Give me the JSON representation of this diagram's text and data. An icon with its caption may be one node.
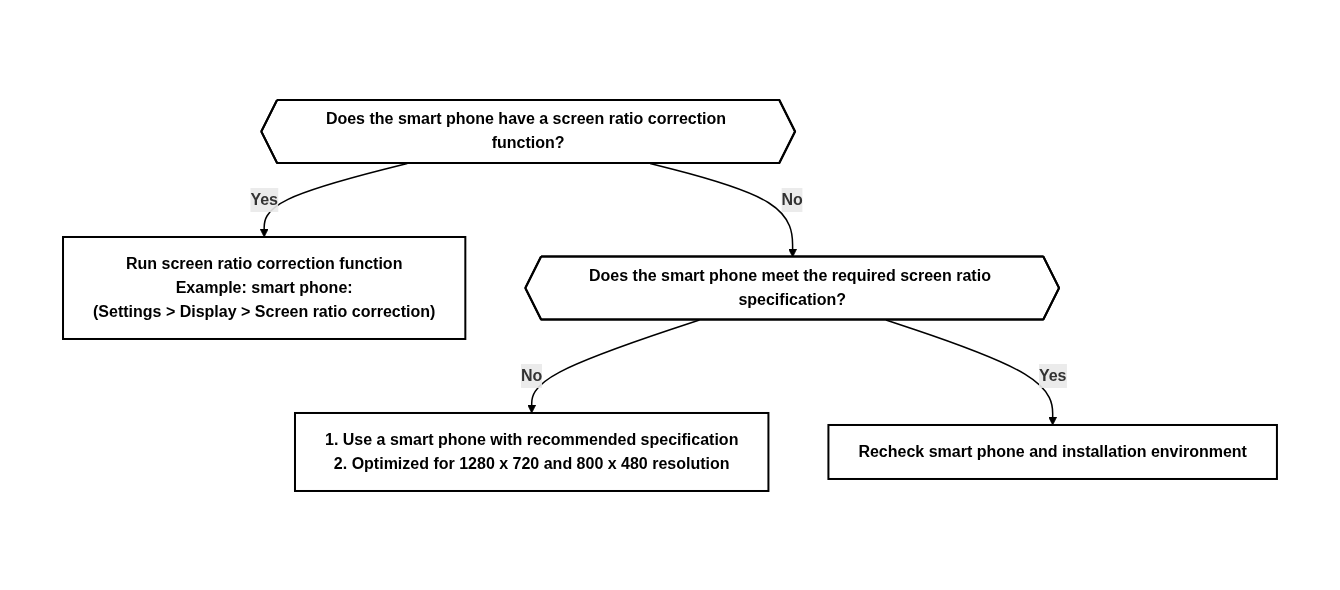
{
  "diagram": {
    "nodes": [
      {
        "text": [
          "Does the smart phone have a screen ratio correction function?"
        ]
      },
      {
        "text": [
          "Run screen ratio correction function",
          "Example: smart phone:",
          "(Settings > Display > Screen ratio correction)"
        ]
      },
      {
        "text": [
          "Does the smart phone meet the required screen ratio specification?"
        ]
      },
      {
        "text": [
          "1. Use a smart phone with recommended specification",
          "2. Optimized for 1280 x 720 and 800 x 480 resolution"
        ]
      },
      {
        "text": [
          "Recheck smart phone and installation environment"
        ]
      }
    ],
    "edges": [
      {
        "from": 0,
        "to": 1,
        "arrow": "to",
        "label": "Yes"
      },
      {
        "from": 0,
        "to": 2,
        "arrow": "to",
        "label": "No"
      },
      {
        "from": 2,
        "to": 3,
        "arrow": "to",
        "label": "No"
      },
      {
        "from": 2,
        "to": 4,
        "arrow": "to",
        "label": "Yes"
      }
    ]
  }
}
